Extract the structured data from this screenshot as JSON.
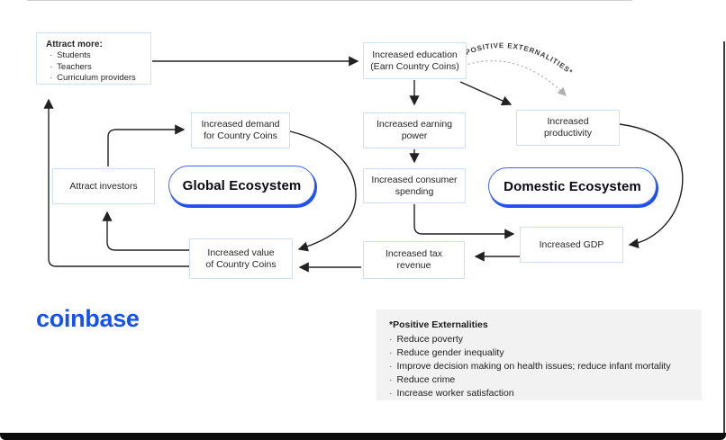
{
  "colors": {
    "accent": "#2150ee",
    "logo": "#1652f0",
    "box-border": "#cfe2f5",
    "arrow": "#222222",
    "dotted": "#a9a9a9",
    "panel-bg": "#f2f2f2"
  },
  "brand": {
    "logo_text": "coinbase"
  },
  "diagram": {
    "bullet_char": "·",
    "attract_more": {
      "title": "Attract more:",
      "items": [
        "Students",
        "Teachers",
        "Curriculum providers"
      ]
    },
    "education": {
      "lines": [
        "Increased education",
        "(Earn Country Coins)"
      ]
    },
    "earning": {
      "lines": [
        "Increased earning",
        "power"
      ]
    },
    "consumer": {
      "lines": [
        "Increased consumer",
        "spending"
      ]
    },
    "tax": {
      "lines": [
        "Increased tax",
        "revenue"
      ]
    },
    "demand": {
      "lines": [
        "Increased demand",
        "for Country Coins"
      ]
    },
    "investors": {
      "label": "Attract investors"
    },
    "value": {
      "lines": [
        "Increased value",
        "of Country Coins"
      ]
    },
    "productivity": {
      "lines": [
        "Increased",
        "productivity"
      ]
    },
    "gdp": {
      "label": "Increased GDP"
    },
    "global_pill": {
      "label": "Global Ecosystem"
    },
    "domestic_pill": {
      "label": "Domestic Ecosystem"
    },
    "externalities_label": "POSITIVE EXTERNALITIES*"
  },
  "panel": {
    "title": "*Positive Externalities",
    "items": [
      "Reduce poverty",
      "Reduce gender inequality",
      "Improve decision making on health issues; reduce infant mortality",
      "Reduce crime",
      "Increase worker satisfaction"
    ]
  }
}
